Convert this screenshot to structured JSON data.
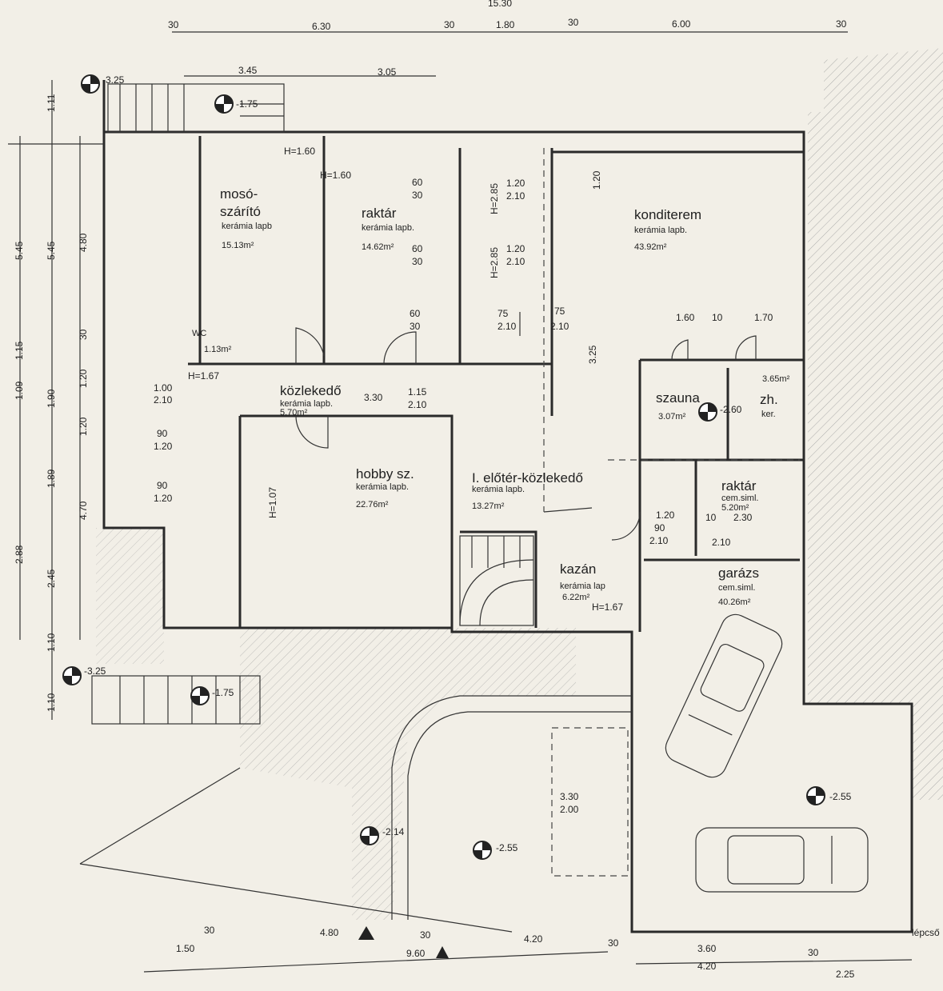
{
  "rooms": {
    "moso": {
      "name_1": "mosó-",
      "name_2": "szárító",
      "floor": "kerámia lapb",
      "area": "15.13m²"
    },
    "raktar_1": {
      "name": "raktár",
      "floor": "kerámia lapb.",
      "area": "14.62m²"
    },
    "konditerem": {
      "name": "konditerem",
      "floor": "kerámia lapb.",
      "area": "43.92m²"
    },
    "wc": {
      "name": "WC",
      "area": "1.13m²"
    },
    "kozlekedo": {
      "name": "közlekedő",
      "floor": "kerámia lapb.",
      "area": "5.70m²"
    },
    "szauna": {
      "name": "szauna",
      "area": "3.07m²"
    },
    "zh": {
      "name": "zh.",
      "floor": "ker.",
      "area": "3.65m²"
    },
    "hobby": {
      "name": "hobby sz.",
      "floor": "kerámia lapb.",
      "area": "22.76m²"
    },
    "eloter": {
      "name": "I. előtér-közlekedő",
      "floor": "kerámia lapb.",
      "area": "13.27m²"
    },
    "raktar_2": {
      "name": "raktár",
      "floor": "cem.siml.",
      "area": "5.20m²"
    },
    "kazan": {
      "name": "kazán",
      "floor": "kerámia lap",
      "area": "6.22m²"
    },
    "garazs": {
      "name": "garázs",
      "floor": "cem.siml.",
      "area": "40.26m²"
    }
  },
  "levels": {
    "l1": "-3.25",
    "l2": "-1.75",
    "l3": "-2.60",
    "l4": "-3.25",
    "l5": "-1.75",
    "l6": "-2.14",
    "l7": "-2.55",
    "l8": "-2.55"
  },
  "heights": {
    "h1": "H=1.60",
    "h2": "H=1.60",
    "h3": "H=2.85",
    "h4": "H=2.85",
    "h5": "H=1.67",
    "h6": "H=1.07",
    "h7": "H=1.67"
  },
  "dims_top": {
    "total": "15.30",
    "d1": "30",
    "d2": "6.30",
    "d3": "30",
    "d4": "1.80",
    "d5": "30",
    "d6": "6.00",
    "d7": "30",
    "d8": "3.45",
    "d9": "3.05"
  },
  "dims_left": {
    "v1": "1.11",
    "v2": "5.45",
    "v3": "5.45",
    "v4": "4.80",
    "v5": "30",
    "v6": "1.15",
    "v7": "1.09",
    "v8": "1.20",
    "v9": "1.90",
    "v10": "1.89",
    "v11": "4.70",
    "v12": "2.88",
    "v13": "2.45",
    "v14": "1.10",
    "v15": "1.10"
  },
  "dims_bottom": {
    "b1": "30",
    "b2": "4.80",
    "b3": "30",
    "b4": "4.20",
    "b5": "30",
    "b6": "3.60",
    "b7": "30",
    "b8": "1.50",
    "b9": "9.60",
    "b10": "4.20",
    "b11": "2.25"
  },
  "openings": {
    "o1": "60",
    "o2": "30",
    "o3": "1.20",
    "o4": "2.10",
    "o5": "60",
    "o6": "30",
    "o7": "1.20",
    "o8": "2.10",
    "o9": "60",
    "o10": "30",
    "o11": "75",
    "o12": "2.10",
    "o13": "75",
    "o14": "2.10",
    "o15": "1.00",
    "o16": "2.10",
    "o17": "1.15",
    "o18": "2.10",
    "o19": "90",
    "o20": "1.20",
    "o21": "90",
    "o22": "1.20",
    "o23": "1.20",
    "o24": "90",
    "o25": "2.10",
    "o26": "2.10",
    "o27": "1.60",
    "o28": "10",
    "o29": "1.70",
    "o30": "3.25",
    "o31": "1.20",
    "o32": "3.30",
    "o33": "2.00",
    "o34": "2.30",
    "o35": "10",
    "o36": "3.30",
    "o37": "1.20"
  },
  "corner_label": "lépcső"
}
